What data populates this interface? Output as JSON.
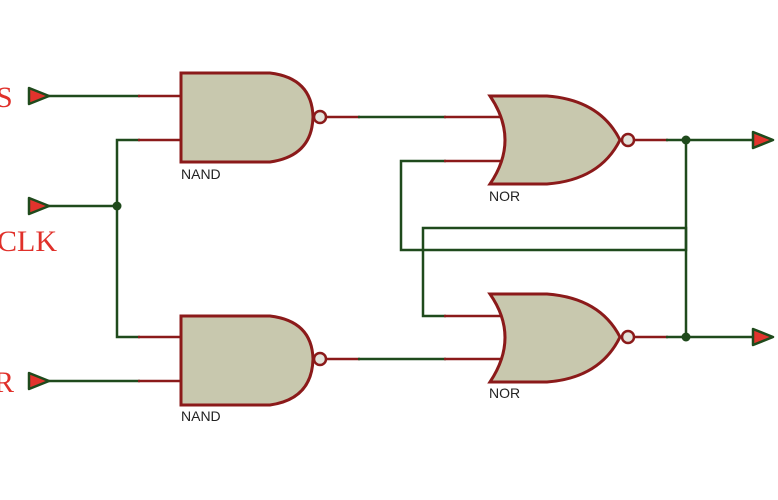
{
  "diagram": {
    "title": "Clocked SR latch (gated NAND + NOR)",
    "colors": {
      "wire": "#1f4a1c",
      "pin": "#8b1a1a",
      "gate_fill": "#c8c8ae",
      "port_fill": "#e2332d",
      "input_label": "#e0302a"
    },
    "inputs": [
      {
        "id": "S",
        "label": "S"
      },
      {
        "id": "CLK",
        "label": "CLK"
      },
      {
        "id": "R",
        "label": "R"
      }
    ],
    "gates": [
      {
        "id": "nand1",
        "type": "NAND",
        "label": "NAND"
      },
      {
        "id": "nand2",
        "type": "NAND",
        "label": "NAND"
      },
      {
        "id": "nor1",
        "type": "NOR",
        "label": "NOR"
      },
      {
        "id": "nor2",
        "type": "NOR",
        "label": "NOR"
      }
    ],
    "outputs": [
      {
        "id": "Q",
        "label": ""
      },
      {
        "id": "Qbar",
        "label": ""
      }
    ],
    "connections": [
      "S -> nand1.in1",
      "CLK -> nand1.in2",
      "CLK -> nand2.in1",
      "R -> nand2.in2",
      "nand1.out -> nor1.in1",
      "nand2.out -> nor2.in2",
      "nor1.out -> out1",
      "nor2.out -> out2",
      "nor1.out -> nor2.in1",
      "nor2.out -> nor1.in2"
    ]
  }
}
